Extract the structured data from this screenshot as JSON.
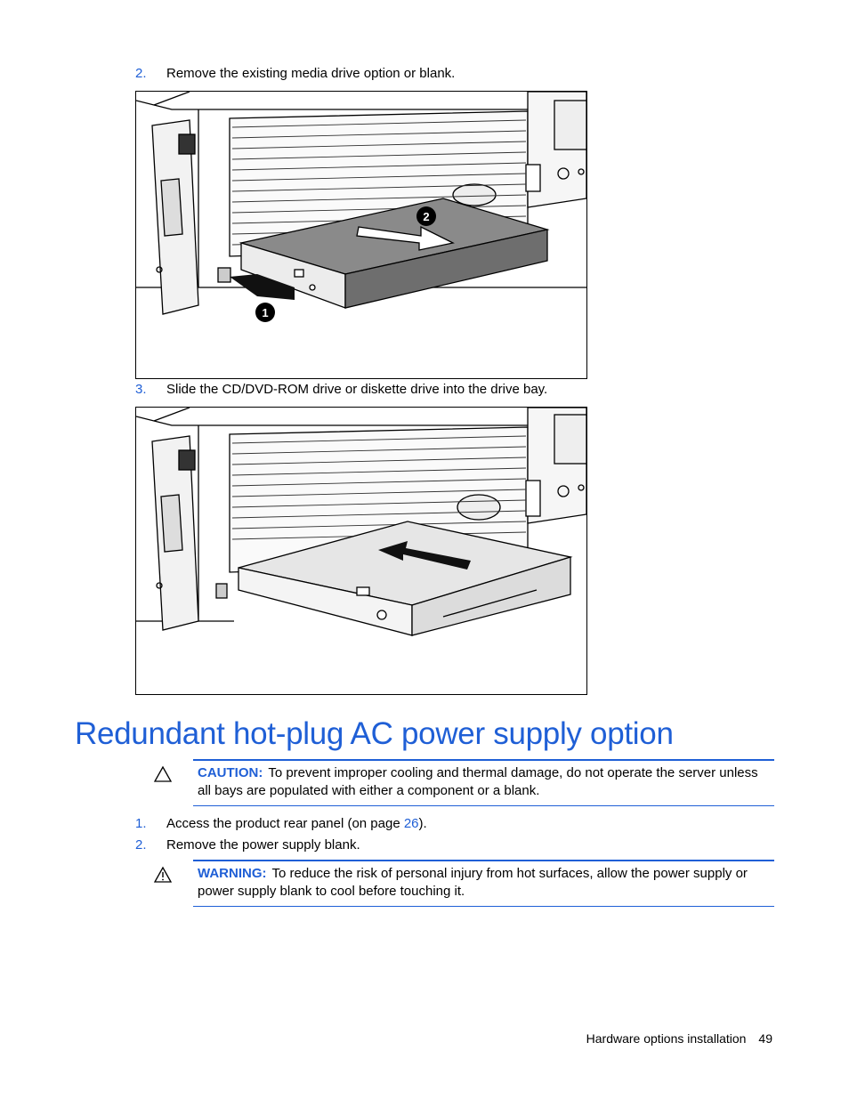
{
  "steps_top": [
    {
      "num": "2.",
      "text": "Remove the existing media drive option or blank."
    },
    {
      "num": "3.",
      "text": "Slide the CD/DVD-ROM drive or diskette drive into the drive bay."
    }
  ],
  "figure1": {
    "callouts": [
      "1",
      "2"
    ]
  },
  "section": {
    "title": "Redundant hot-plug AC power supply option"
  },
  "caution": {
    "label": "CAUTION:",
    "text": "To prevent improper cooling and thermal damage, do not operate the server unless all bays are populated with either a component or a blank."
  },
  "steps_bottom": [
    {
      "num": "1.",
      "text_before": "Access the product rear panel (on page ",
      "link": "26",
      "text_after": ")."
    },
    {
      "num": "2.",
      "text": "Remove the power supply blank."
    }
  ],
  "warning": {
    "label": "WARNING:",
    "text": "To reduce the risk of personal injury from hot surfaces, allow the power supply or power supply blank to cool before touching it."
  },
  "footer": {
    "section": "Hardware options installation",
    "page": "49"
  }
}
